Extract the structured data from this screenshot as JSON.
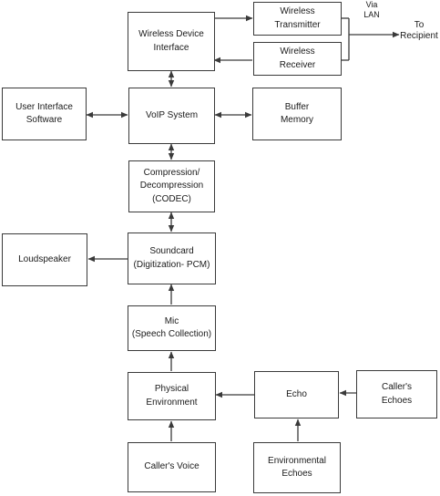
{
  "nodes": {
    "wireless_device_interface": "Wireless  Device\nInterface",
    "wireless_transmitter": "Wireless\nTransmitter",
    "wireless_receiver": "Wireless\nReceiver",
    "user_interface_software": "User Interface\nSoftware",
    "voip_system": "VoIP System",
    "buffer_memory": "Buffer\nMemory",
    "codec": "Compression/\nDecompression\n(CODEC)",
    "loudspeaker": "Loudspeaker",
    "soundcard": "Soundcard\n(Digitization- PCM)",
    "mic": "Mic\n(Speech Collection)",
    "physical_environment": "Physical\nEnvironment",
    "echo": "Echo",
    "callers_echoes": "Caller's\nEchoes",
    "callers_voice": "Caller's Voice",
    "environmental_echoes": "Environmental\nEchoes"
  },
  "labels": {
    "via_lan": "Via\nLAN",
    "to_recipient": "To\nRecipient"
  },
  "colors": {
    "line": "#3a3a3a"
  }
}
